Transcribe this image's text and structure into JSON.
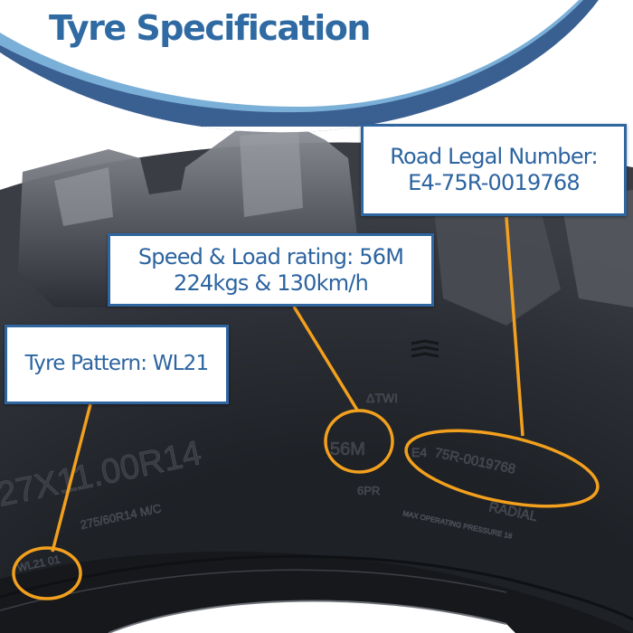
{
  "header": {
    "title": "Tyre Specification"
  },
  "colors": {
    "title_blue": "#2f6aa3",
    "swoosh_dark": "#3a5f91",
    "swoosh_light": "#7aafd8",
    "callout_border": "#2f66a0",
    "leader_orange": "#f2a01e",
    "tyre_dark": "#2a2d33"
  },
  "callouts": {
    "road_legal": {
      "line1": "Road Legal Number:",
      "line2": "E4-75R-0019768"
    },
    "speed_load": {
      "line1": "Speed & Load rating: 56M",
      "line2": "224kgs & 130km/h"
    },
    "tyre_pattern": {
      "line1": "Tyre Pattern: WL21"
    }
  },
  "sidewall_markings": {
    "size": "27X11.00R14",
    "metric_size": "275/60R14 M/C",
    "speed_load_code": "56M",
    "approval_mark": "E4",
    "approval_number": "75R-0019768",
    "pattern_code": "WL21",
    "twi": "TWI",
    "ply_rating": "6PR",
    "construction": "RADIAL",
    "pressure_text": "MAX OPERATING PRESSURE 18"
  }
}
